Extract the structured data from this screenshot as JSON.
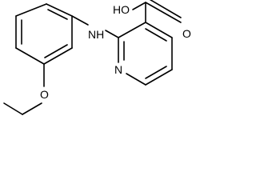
{
  "structure": {
    "labels": {
      "amine": "NH",
      "pyridine_n": "N",
      "ether_o": "O",
      "acid_oh": "HO",
      "acid_o": "O"
    }
  },
  "colors": {
    "bond": "#000000",
    "text": "#000000",
    "background": "#ffffff"
  }
}
